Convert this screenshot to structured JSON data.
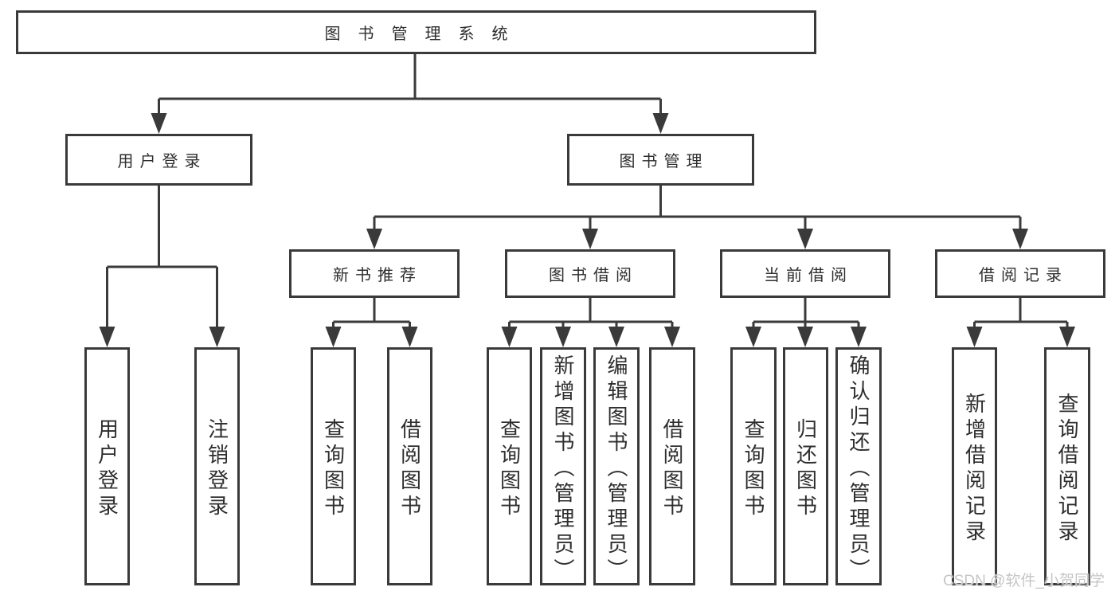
{
  "diagram": {
    "title": "图书管理系统",
    "login": {
      "label": "用户登录",
      "children": [
        {
          "label": "用户登录"
        },
        {
          "label": "注销登录"
        }
      ]
    },
    "management": {
      "label": "图书管理",
      "sections": [
        {
          "label": "新书推荐",
          "children": [
            {
              "label": "查询图书"
            },
            {
              "label": "借阅图书"
            }
          ]
        },
        {
          "label": "图书借阅",
          "children": [
            {
              "label": "查询图书"
            },
            {
              "label": "新增图书（管理员）"
            },
            {
              "label": "编辑图书（管理员）"
            },
            {
              "label": "借阅图书"
            }
          ]
        },
        {
          "label": "当前借阅",
          "children": [
            {
              "label": "查询图书"
            },
            {
              "label": "归还图书"
            },
            {
              "label": "确认归还（管理员）"
            }
          ]
        },
        {
          "label": "借阅记录",
          "children": [
            {
              "label": "新增借阅记录"
            },
            {
              "label": "查询借阅记录"
            }
          ]
        }
      ]
    }
  },
  "watermark": "CSDN @软件_小贺同学",
  "colors": {
    "line": "#3a3a3a",
    "text": "#2e2e2e",
    "watermark": "#c6c6c6",
    "background": "#ffffff"
  }
}
